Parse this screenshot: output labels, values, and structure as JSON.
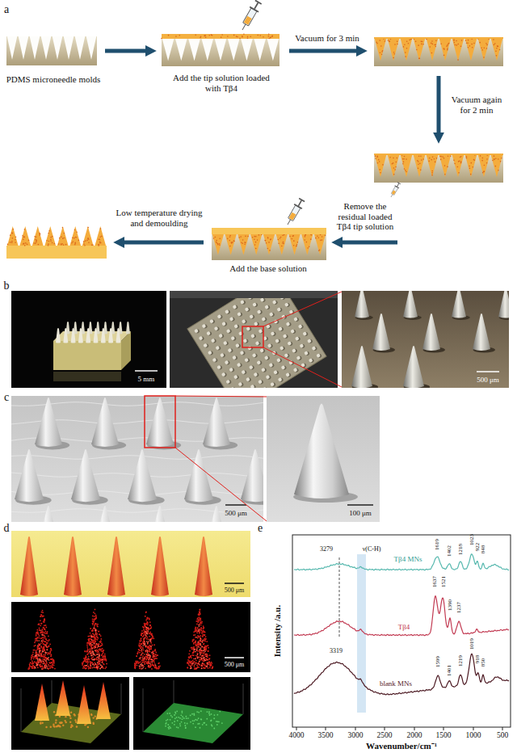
{
  "diagram": {
    "nodes": [
      {
        "text": [
          "PDMS microneedle molds"
        ]
      },
      {
        "text": [
          "Add the tip solution loaded with Tβ4"
        ]
      },
      {
        "text": [
          "Add the base solution"
        ]
      }
    ],
    "edges": [
      {
        "from": 0,
        "to": 1,
        "arrow": "to"
      }
    ],
    "labels": [
      "a",
      "Vacuum for 3 min",
      "Vacuum again for 2 min",
      "Remove the residual loaded Tβ4 tip solution",
      "Low temperature drying and demoulding",
      "b",
      "5 mm",
      "500 μm",
      "c",
      "500 μm",
      "100 μm",
      "d",
      "500 μm",
      "500 μm",
      "e",
      "Intensity /a.u.",
      "Wavenumber/cm⁻¹",
      "4000",
      "3500",
      "3000",
      "2500",
      "2000",
      "1500",
      "1000",
      "500",
      "Tβ4 MNs",
      "Tβ4",
      "blank MNs",
      "3279",
      "ν(C-H)",
      "1619",
      "1402",
      "1218",
      "1023",
      "922",
      "848",
      "1637",
      "1521",
      "1390",
      "1237",
      "3319",
      "1599",
      "1401",
      "1219",
      "1019",
      "918",
      "850"
    ]
  }
}
